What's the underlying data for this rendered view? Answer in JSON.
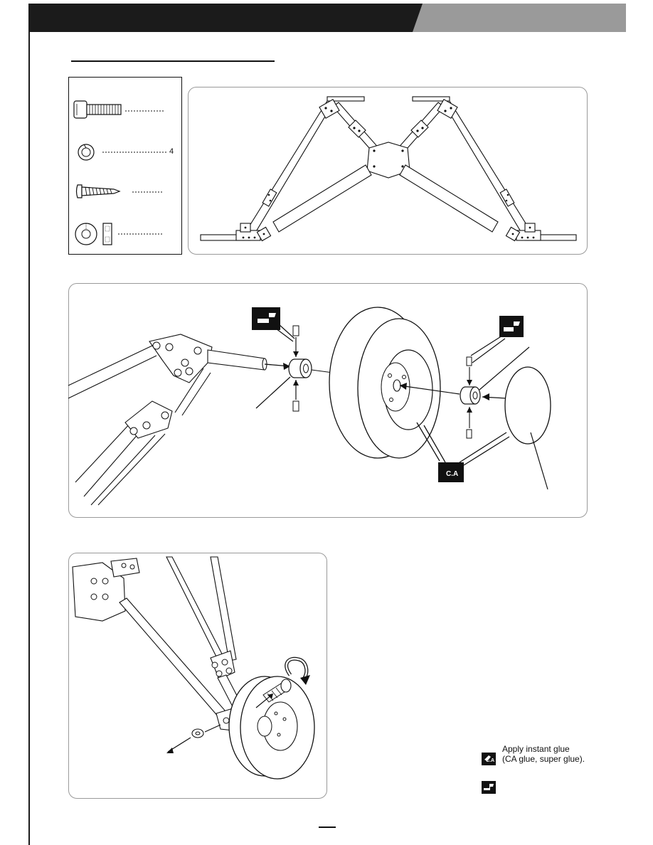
{
  "parts": {
    "washer_qty": "4"
  },
  "legend": {
    "ca_glue_line1": "Apply instant glue",
    "ca_glue_line2": "(CA glue, super glue).",
    "ca_icon_label": "C.A",
    "threadlock_icon": "threadlock-icon",
    "ca_icon": "ca-glue-icon"
  },
  "diagram": {
    "ca_label": "C.A"
  }
}
